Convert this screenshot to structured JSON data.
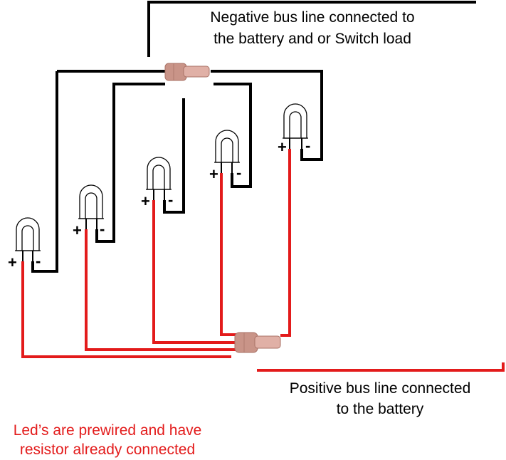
{
  "labels": {
    "negative_bus": [
      "Negative bus line connected to",
      "the battery and or Switch load"
    ],
    "positive_bus": [
      "Positive bus line connected",
      "to the battery"
    ],
    "note": [
      "Led’s are prewired and have",
      "resistor already connected"
    ]
  },
  "leds": [
    {
      "id": 1,
      "plus": "+",
      "minus": "-"
    },
    {
      "id": 2,
      "plus": "+",
      "minus": "-"
    },
    {
      "id": 3,
      "plus": "+",
      "minus": "-"
    },
    {
      "id": 4,
      "plus": "+",
      "minus": "-"
    },
    {
      "id": 5,
      "plus": "+",
      "minus": "-"
    }
  ],
  "colors": {
    "negative_wire": "#000000",
    "positive_wire": "#e31b1b",
    "note_text": "#e31b1b",
    "connector": "#d6a89e"
  }
}
